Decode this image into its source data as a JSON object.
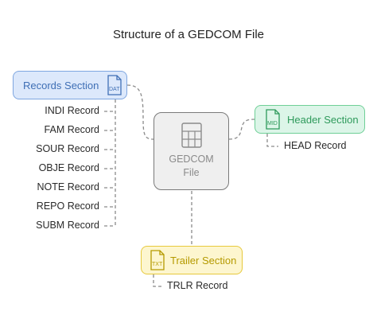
{
  "title": "Structure of a GEDCOM File",
  "center": {
    "line1": "GEDCOM",
    "line2": "File",
    "icon": "spreadsheet-icon"
  },
  "records_section": {
    "label": "Records Section",
    "icon_text": "DAT",
    "color": "#3f6fb5",
    "items": [
      "INDI Record",
      "FAM Record",
      "SOUR Record",
      "OBJE Record",
      "NOTE Record",
      "REPO Record",
      "SUBM Record"
    ]
  },
  "header_section": {
    "label": "Header Section",
    "icon_text": "MID",
    "color": "#2e9a5b",
    "items": [
      "HEAD Record"
    ]
  },
  "trailer_section": {
    "label": "Trailer Section",
    "icon_text": "TXT",
    "color": "#b59a00",
    "items": [
      "TRLR Record"
    ]
  }
}
